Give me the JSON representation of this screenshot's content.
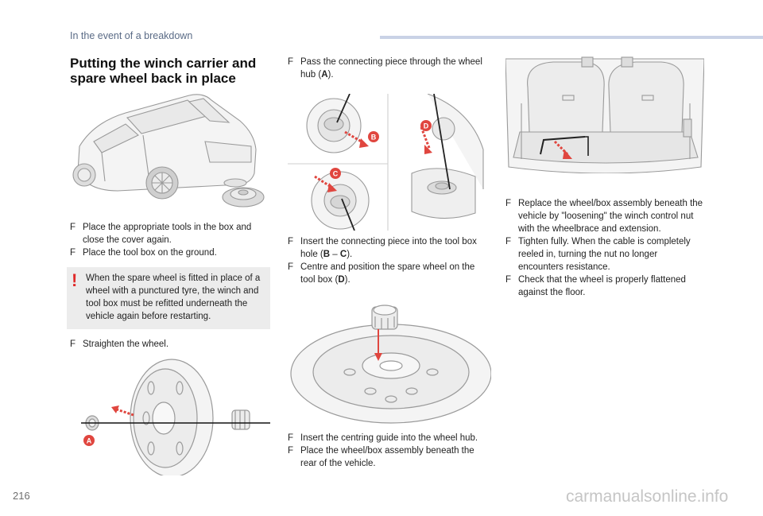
{
  "header": {
    "section": "In the event of a breakdown"
  },
  "page_number": "216",
  "watermark": "carmanualsonline.info",
  "title": "Putting the winch carrier and spare wheel back in place",
  "col1": {
    "bullets": [
      "Place the appropriate tools in the box and close the cover again.",
      "Place the tool box on the ground."
    ],
    "warning": "When the spare wheel is fitted in place of a wheel with a punctured tyre, the winch and tool box must be refitted underneath the vehicle again before restarting.",
    "bullet_after": "Straighten the wheel."
  },
  "col2": {
    "intro_bullet_a": "Pass the connecting piece through the wheel hub (",
    "intro_bold": "A",
    "intro_bullet_b": ").",
    "insert_a": "Insert the connecting piece into the tool box hole (",
    "insert_b_bold": "B",
    "insert_dash": " – ",
    "insert_c_bold": "C",
    "insert_end": ").",
    "centre_a": "Centre and position the spare wheel on the tool box (",
    "centre_bold": "D",
    "centre_end": ").",
    "final_bullets": [
      "Insert the centring guide into the wheel hub.",
      "Place the wheel/box assembly beneath the rear of the vehicle."
    ]
  },
  "col3": {
    "bullets": [
      "Replace the wheel/box assembly beneath the vehicle by \"loosening\" the winch control nut with the wheelbrace and extension.",
      "Tighten fully. When the cable is completely reeled in, turning the nut no longer encounters resistance.",
      "Check that the wheel is properly flattened against the floor."
    ]
  },
  "bullet_glyph": "F",
  "warning_glyph": "!",
  "callouts": {
    "a": "A",
    "b": "B",
    "c": "C",
    "d": "D"
  },
  "colors": {
    "accent_red": "#e0463f",
    "header_text": "#5a6b86",
    "header_bar": "#c9d2e6",
    "warn_bg": "#ececec"
  }
}
